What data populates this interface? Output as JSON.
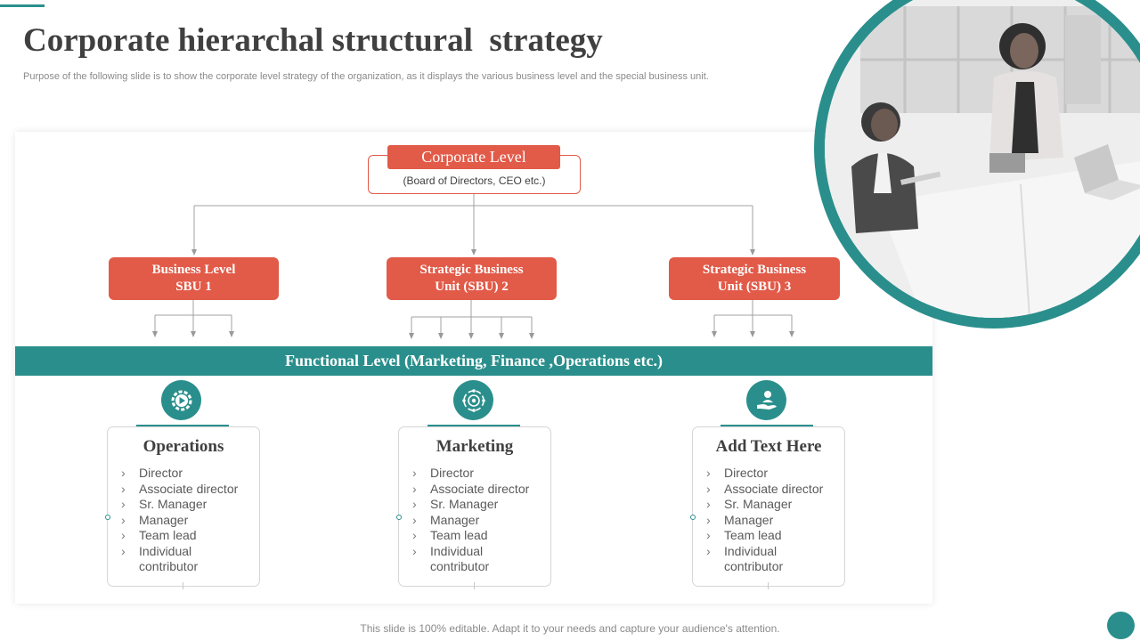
{
  "slide": {
    "title": "Corporate hierarchal structural  strategy",
    "subtitle": "Purpose of the following slide is to show the corporate level strategy of the organization, as it displays the various business level and the special business unit.",
    "footer": "This slide is 100% editable. Adapt it to your needs and capture your audience's attention."
  },
  "corporate": {
    "title": "Corporate Level",
    "subtitle": "(Board of Directors, CEO etc.)"
  },
  "sbus": [
    {
      "label": "Business Level\nSBU 1"
    },
    {
      "label": "Strategic Business\nUnit (SBU) 2"
    },
    {
      "label": "Strategic Business\nUnit (SBU) 3"
    }
  ],
  "functional_bar": "Functional Level (Marketing, Finance ,Operations etc.)",
  "cards": [
    {
      "title": "Operations",
      "icon": "gear-play-icon",
      "items": [
        "Director",
        "Associate director",
        "Sr. Manager",
        "Manager",
        "Team lead",
        "Individual contributor"
      ]
    },
    {
      "title": "Marketing",
      "icon": "target-cycle-icon",
      "items": [
        "Director",
        "Associate director",
        "Sr. Manager",
        "Manager",
        "Team lead",
        "Individual contributor"
      ]
    },
    {
      "title": "Add Text Here",
      "icon": "hand-person-icon",
      "items": [
        "Director",
        "Associate director",
        "Sr. Manager",
        "Manager",
        "Team lead",
        "Individual contributor"
      ]
    }
  ],
  "colors": {
    "accent_red": "#e25a48",
    "accent_teal": "#2a8f8c",
    "text_dark": "#404040",
    "text_muted": "#8a8a8a"
  }
}
